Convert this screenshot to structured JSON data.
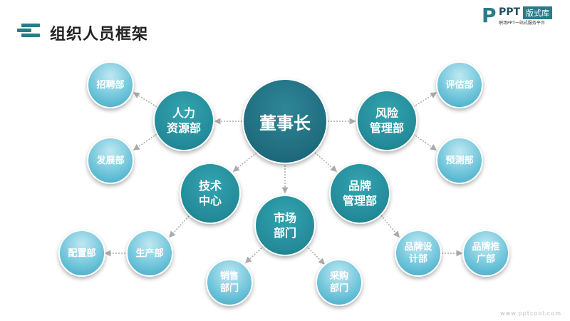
{
  "header": {
    "title": "组织人员框架",
    "icon": "menu-lines-icon"
  },
  "logo": {
    "mark": "P",
    "brand": "PPT",
    "badge": "版式库",
    "tagline": "职场PPT一站式服务平台"
  },
  "nodes": {
    "chairman": "董事长",
    "hr": "人力\n资源部",
    "risk": "风险\n管理部",
    "tech": "技术\n中心",
    "market": "市场\n部门",
    "brand": "品牌\n管理部",
    "recruit": "招聘部",
    "develop": "发展部",
    "evaluate": "评估部",
    "forecast": "预测部",
    "production": "生产部",
    "config": "配置部",
    "sales": "销售\n部门",
    "purchase": "采购\n部门",
    "brand_design": "品牌设\n计部",
    "brand_promo": "品牌推\n广部"
  },
  "footer": "www.pptcool.com"
}
